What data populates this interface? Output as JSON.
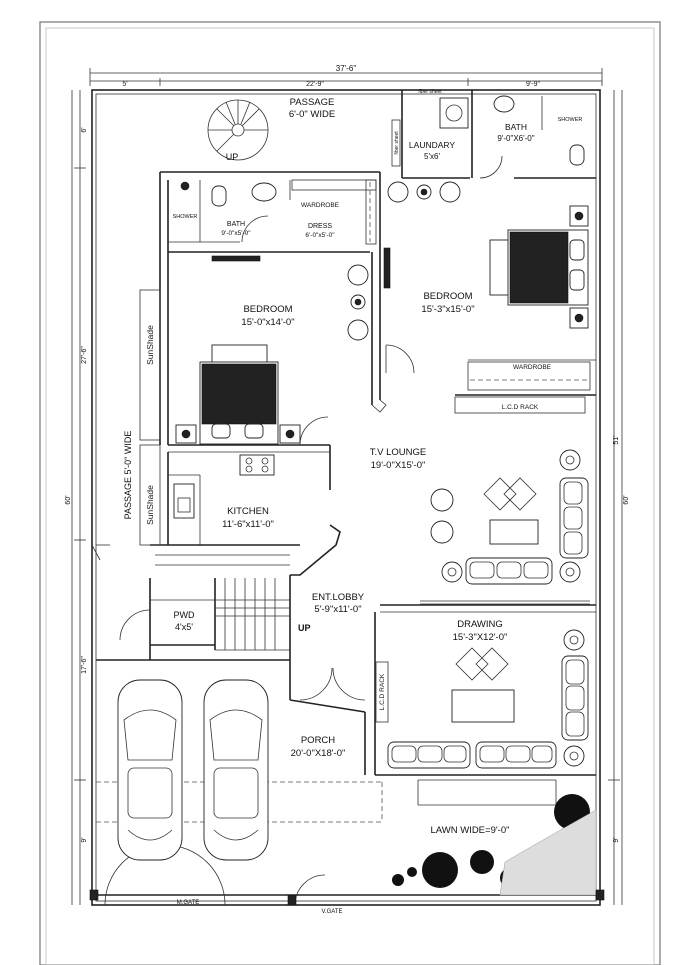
{
  "labels": {
    "passage_top": "PASSAGE",
    "passage_top_size": "6'-0\" WIDE",
    "laundary": "LAUNDARY",
    "laundary_size": "5'x6'",
    "fiber_sheet_top": "fiber sheet",
    "fiber_sheet_side": "fiber sheet",
    "bath_top": "BATH",
    "bath_top_size": "9'-0\"X6'-0\"",
    "shower_top": "SHOWER",
    "up_top": "UP",
    "shower_left": "SHOWER",
    "bath_left": "BATH",
    "bath_left_size": "9'-0\"x5'-0\"",
    "wardrobe_dress": "WARDROBE",
    "dress": "DRESS",
    "dress_size": "6'-0\"x5'-0\"",
    "bedroom_left": "BEDROOM",
    "bedroom_left_size": "15'-0\"x14'-0\"",
    "bedroom_right": "BEDROOM",
    "bedroom_right_size": "15'-3\"x15'-0\"",
    "wardrobe_right": "WARDROBE",
    "lcd_rack_top": "L.C.D RACK",
    "sunshade_top": "SunShade",
    "sunshade_bottom": "SunShade",
    "passage_side": "PASSAGE 5'-0\" WIDE",
    "tv_lounge": "T.V LOUNGE",
    "tv_lounge_size": "19'-0\"X15'-0\"",
    "kitchen": "KITCHEN",
    "kitchen_size": "11'-6\"x11'-0\"",
    "ent_lobby": "ENT.LOBBY",
    "ent_lobby_size": "5'-9\"x11'-0\"",
    "pwd": "PWD",
    "pwd_size": "4'x5'",
    "up_mid": "UP",
    "drawing": "DRAWING",
    "drawing_size": "15'-3\"X12'-0\"",
    "lcd_rack_side": "L.C.D RACK",
    "porch": "PORCH",
    "porch_size": "20'-0\"X18'-0\"",
    "lawn": "LAWN WIDE=9'-0\"",
    "m_gate": "M.GATE",
    "v_gate": "V.GATE"
  },
  "dimensions": {
    "overall_width": "37'-6\"",
    "seg_5": "5'",
    "seg_22_9": "22'-9\"",
    "seg_9_9": "9'-9\"",
    "left_6": "6'",
    "left_27_6": "27'-6\"",
    "left_60": "60'",
    "left_17_6": "17'-6\"",
    "left_9": "9'",
    "right_51": "51'",
    "right_60": "60'",
    "right_9": "9'"
  }
}
